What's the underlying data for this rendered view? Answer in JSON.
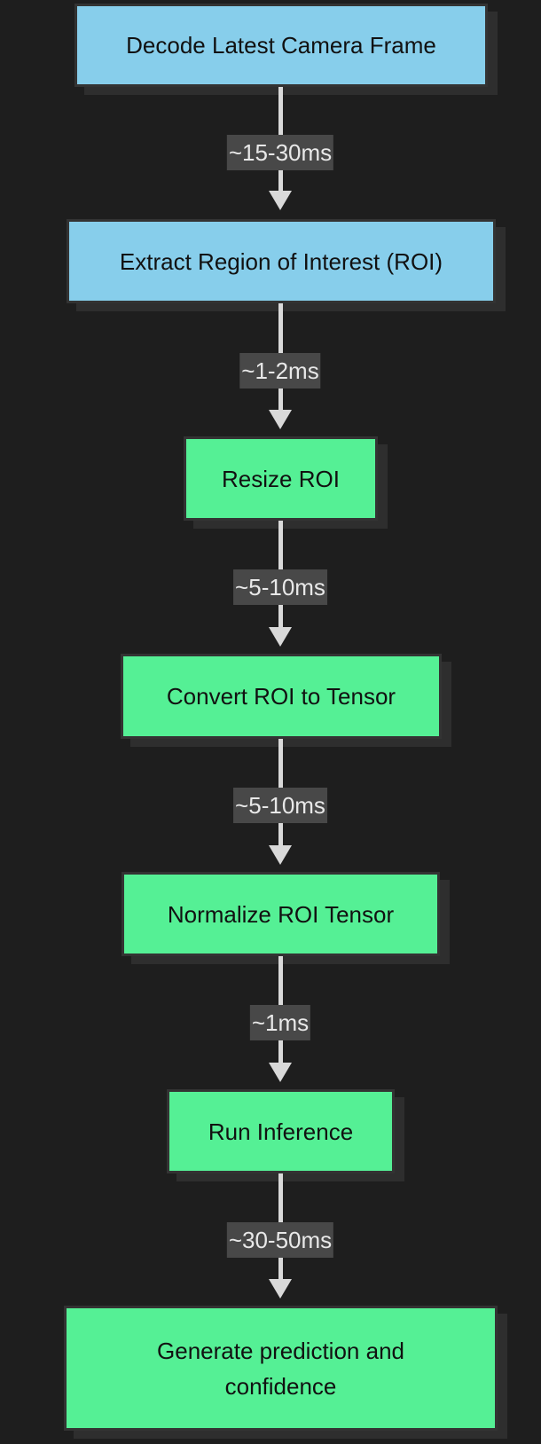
{
  "nodes": [
    {
      "label": "Decode Latest Camera Frame",
      "color": "#87ceeb"
    },
    {
      "label": "Extract Region of Interest (ROI)",
      "color": "#87ceeb"
    },
    {
      "label": "Resize ROI",
      "color": "#55f095"
    },
    {
      "label": "Convert ROI to Tensor",
      "color": "#55f095"
    },
    {
      "label": "Normalize ROI Tensor",
      "color": "#55f095"
    },
    {
      "label": "Run Inference",
      "color": "#55f095"
    },
    {
      "label": "Generate prediction and confidence",
      "color": "#55f095"
    }
  ],
  "edges": [
    {
      "label": "~15-30ms"
    },
    {
      "label": "~1-2ms"
    },
    {
      "label": "~5-10ms"
    },
    {
      "label": "~5-10ms"
    },
    {
      "label": "~1ms"
    },
    {
      "label": "~30-50ms"
    }
  ],
  "colors": {
    "background": "#1e1e1e",
    "arrow": "#d9d9d9",
    "label_background": "#484848"
  }
}
